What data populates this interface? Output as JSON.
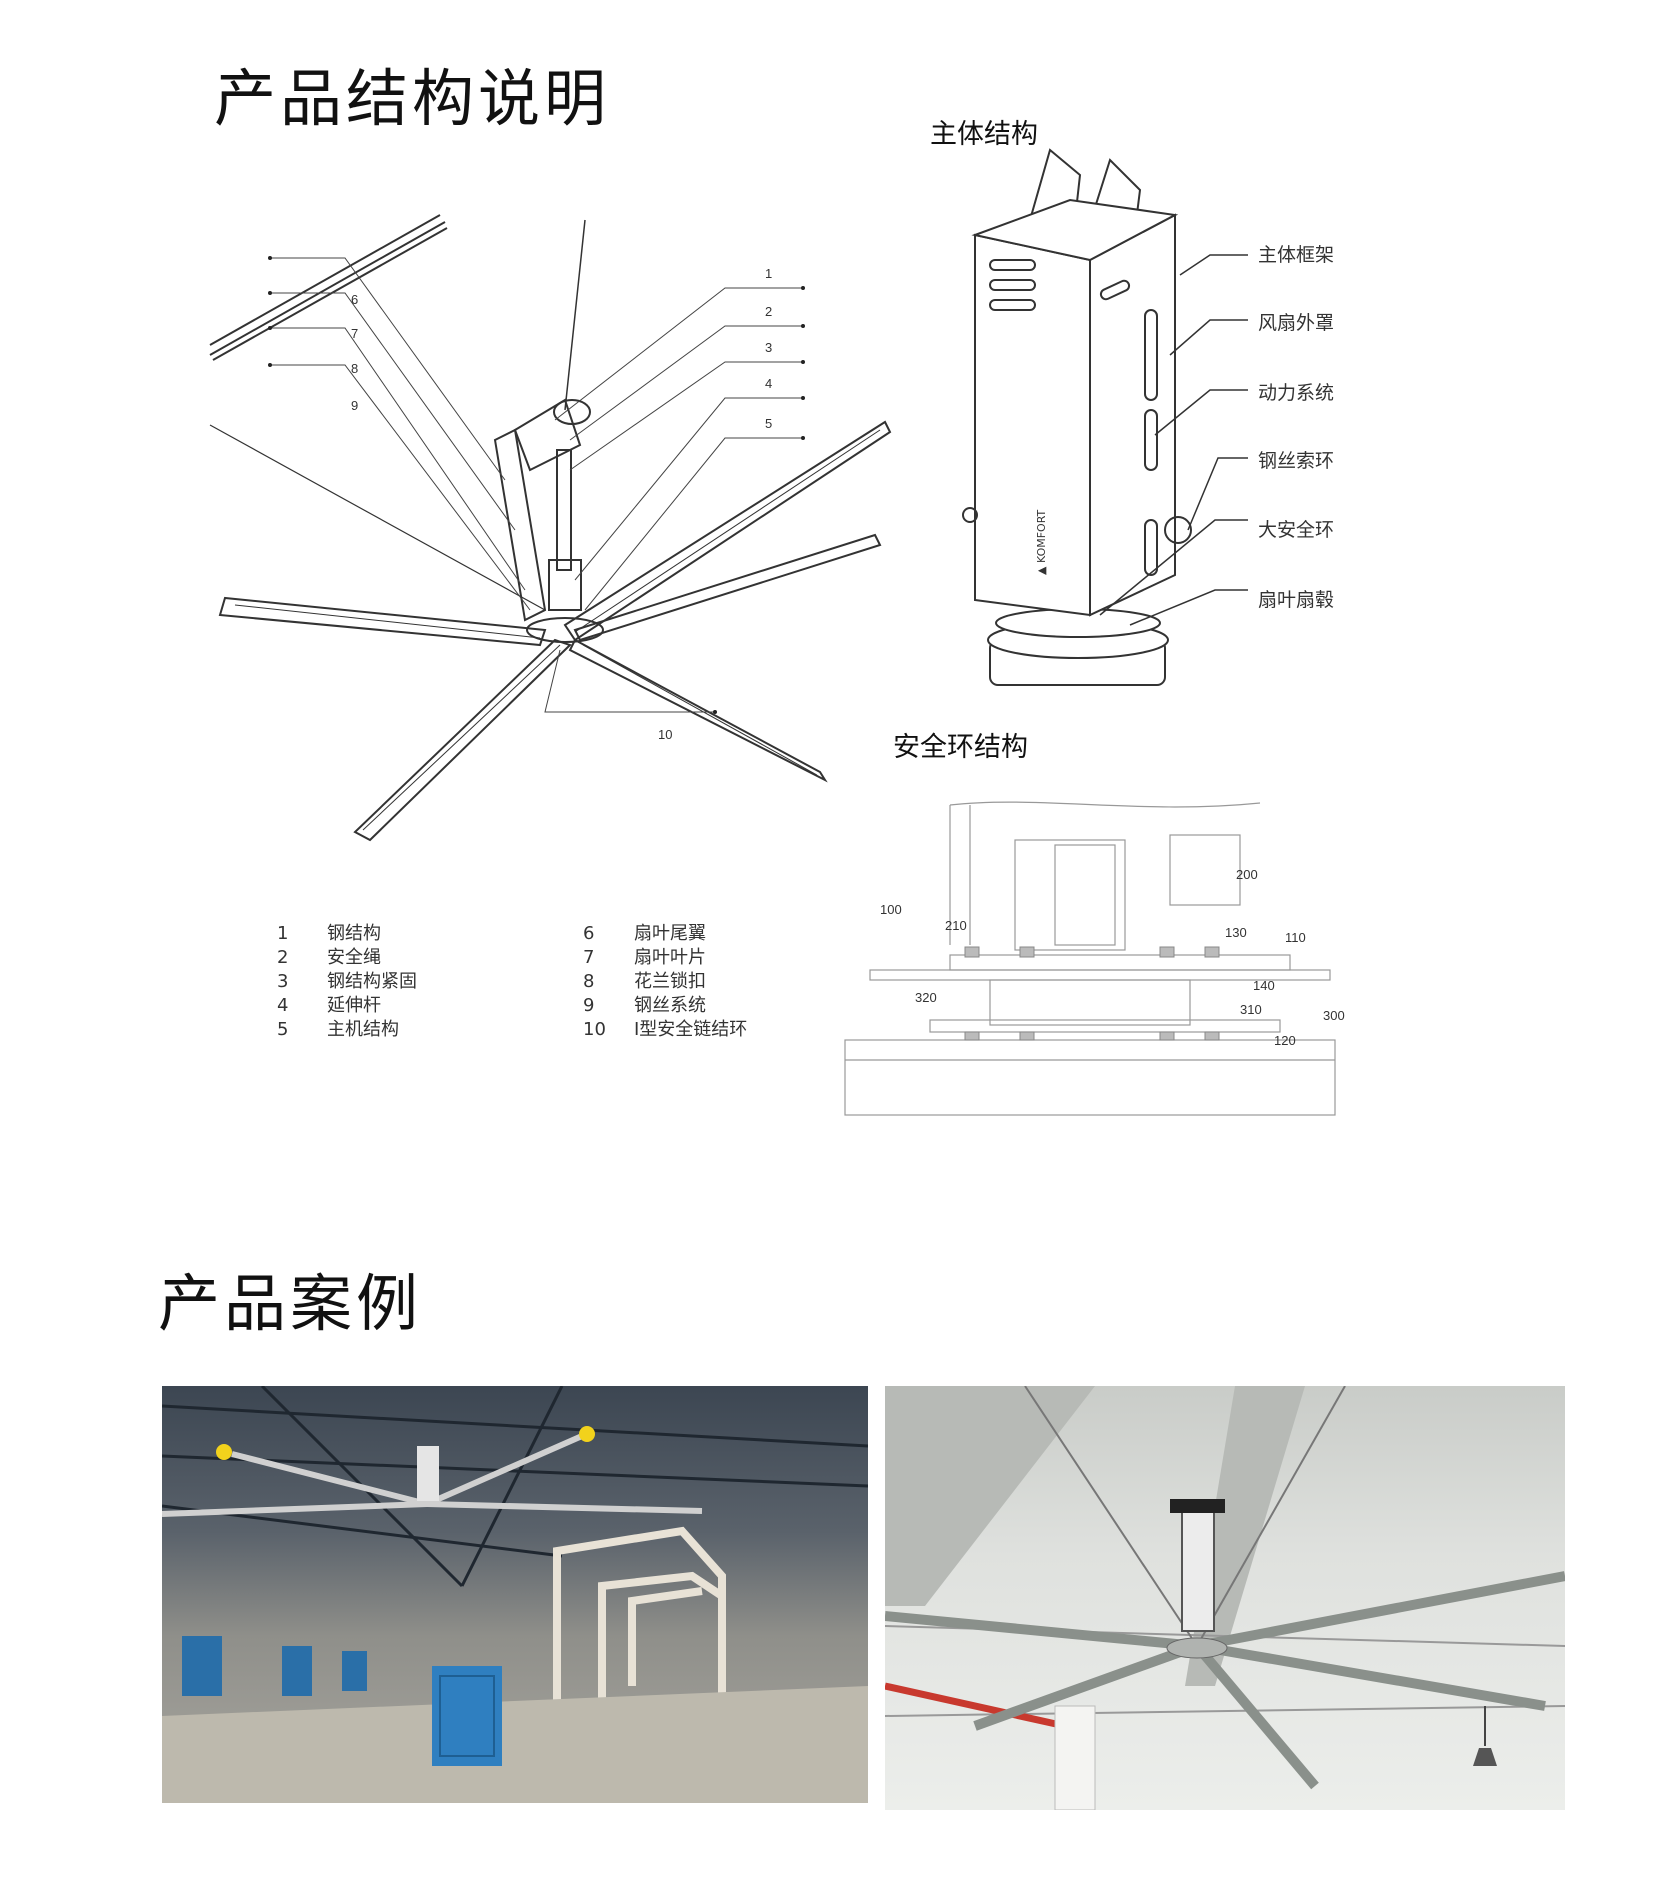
{
  "section1": {
    "title": "产品结构说明",
    "main_body": {
      "heading": "主体结构",
      "labels": [
        "主体框架",
        "风扇外罩",
        "动力系统",
        "钢丝索环",
        "大安全环",
        "扇叶扇毂"
      ]
    },
    "fan_diagram": {
      "callouts": [
        "1",
        "2",
        "3",
        "4",
        "5",
        "6",
        "7",
        "8",
        "9",
        "10"
      ]
    },
    "legend_left": [
      {
        "n": "1",
        "t": "钢结构"
      },
      {
        "n": "2",
        "t": "安全绳"
      },
      {
        "n": "3",
        "t": "钢结构紧固"
      },
      {
        "n": "4",
        "t": "延伸杆"
      },
      {
        "n": "5",
        "t": "主机结构"
      }
    ],
    "legend_right": [
      {
        "n": "6",
        "t": "扇叶尾翼"
      },
      {
        "n": "7",
        "t": "扇叶叶片"
      },
      {
        "n": "8",
        "t": "花兰锁扣"
      },
      {
        "n": "9",
        "t": "钢丝系统"
      },
      {
        "n": "10",
        "t": "I型安全链结环"
      }
    ],
    "safety_ring": {
      "heading": "安全环结构",
      "numbers": [
        "200",
        "100",
        "210",
        "130",
        "110",
        "140",
        "320",
        "310",
        "300",
        "120"
      ]
    }
  },
  "section2": {
    "title": "产品案例"
  }
}
